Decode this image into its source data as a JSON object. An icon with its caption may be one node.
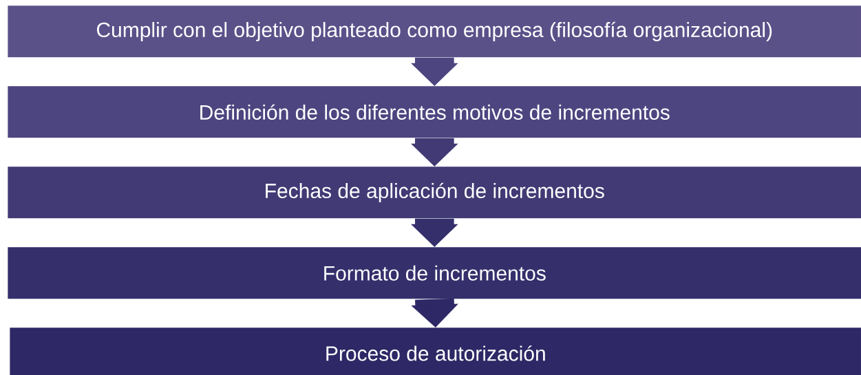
{
  "diagram": {
    "nodes": [
      {
        "text": [
          "Cumplir con el objetivo planteado como empresa (filosofía organizacional)"
        ]
      },
      {
        "text": [
          "Definición de los diferentes motivos de incrementos"
        ]
      },
      {
        "text": [
          "Fechas de aplicación de incrementos"
        ]
      },
      {
        "text": [
          "Formato de incrementos"
        ]
      },
      {
        "text": [
          "Proceso de autorización"
        ]
      }
    ],
    "edges": [
      {
        "from": 0,
        "to": 1,
        "arrow": "to"
      },
      {
        "from": 1,
        "to": 2,
        "arrow": "to"
      },
      {
        "from": 2,
        "to": 3,
        "arrow": "to"
      },
      {
        "from": 3,
        "to": 4,
        "arrow": "to"
      }
    ]
  }
}
